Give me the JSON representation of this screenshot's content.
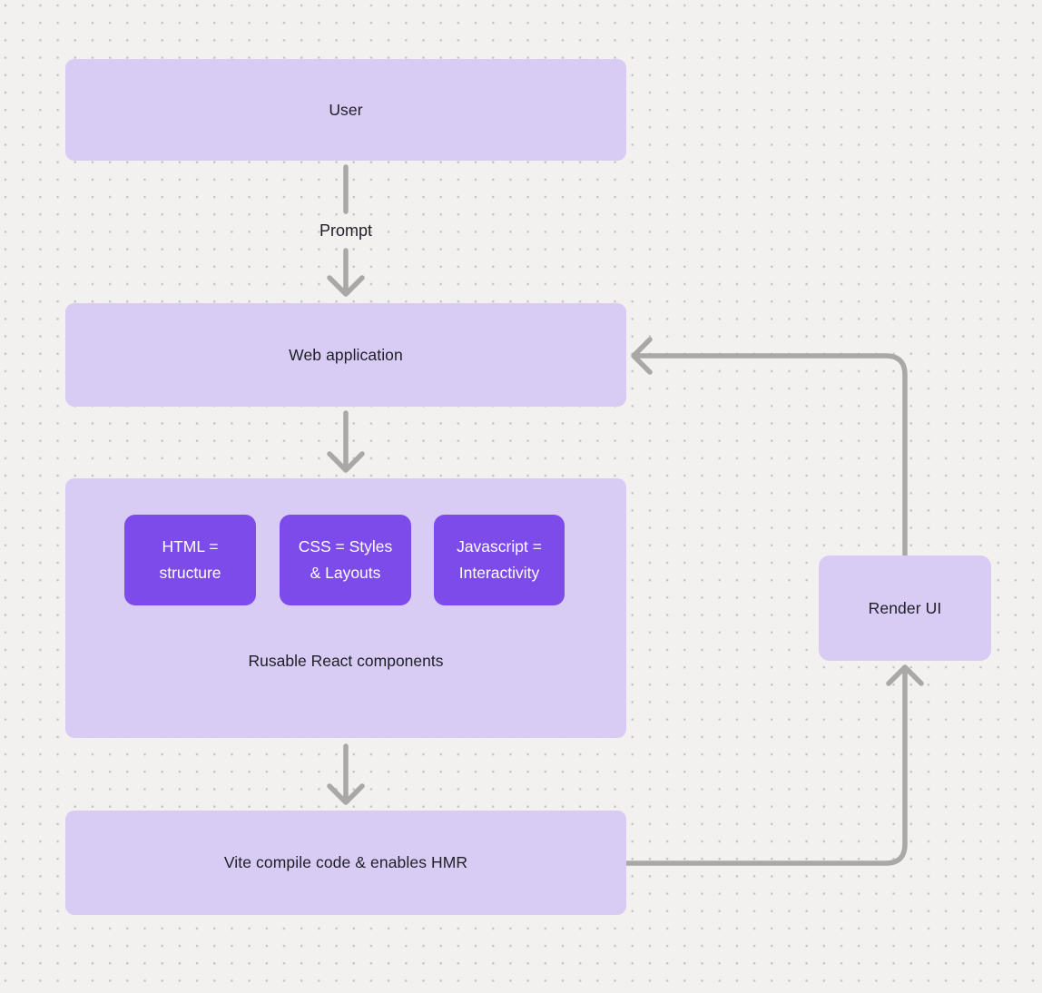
{
  "colors": {
    "background": "#F2F1F0",
    "dot_grid": "#C8C6C4",
    "node_light": "#D8CCF5",
    "node_dark": "#7C4BEA",
    "arrow": "#A9A8A6",
    "text_dark": "#1F1E26",
    "text_light": "#FFFFFF"
  },
  "nodes": {
    "user": {
      "label": "User"
    },
    "web_application": {
      "label": "Web application"
    },
    "components": {
      "caption": "Rusable React components",
      "items": [
        {
          "line1": "HTML =",
          "line2": "structure"
        },
        {
          "line1": "CSS = Styles",
          "line2": "& Layouts"
        },
        {
          "line1": "Javascript =",
          "line2": "Interactivity"
        }
      ]
    },
    "vite": {
      "label": "Vite compile code & enables HMR"
    },
    "render_ui": {
      "label": "Render UI"
    }
  },
  "edges": {
    "user_to_webapp_label": "Prompt"
  }
}
